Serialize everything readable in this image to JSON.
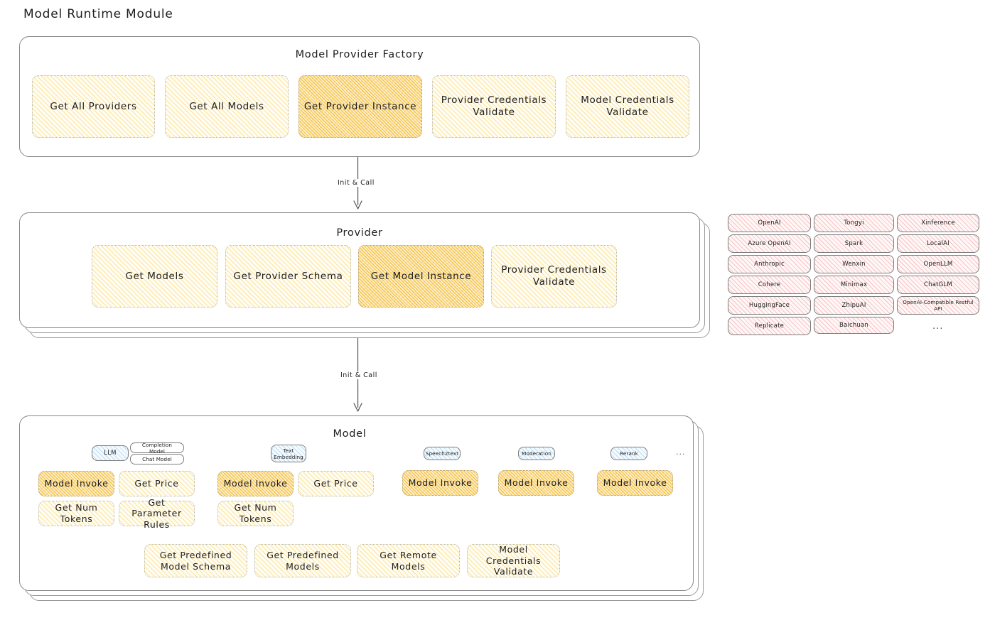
{
  "page": {
    "title": "Model Runtime Module"
  },
  "factory": {
    "title": "Model Provider Factory",
    "nodes": [
      {
        "label": "Get All Providers",
        "highlight": false
      },
      {
        "label": "Get All Models",
        "highlight": false
      },
      {
        "label": "Get Provider Instance",
        "highlight": true
      },
      {
        "label": "Provider Credentials Validate",
        "highlight": false
      },
      {
        "label": "Model Credentials Validate",
        "highlight": false
      }
    ]
  },
  "arrows": [
    {
      "label": "Init & Call"
    },
    {
      "label": "Init & Call"
    }
  ],
  "provider": {
    "title": "Provider",
    "nodes": [
      {
        "label": "Get Models",
        "highlight": false
      },
      {
        "label": "Get Provider Schema",
        "highlight": false
      },
      {
        "label": "Get Model Instance",
        "highlight": true
      },
      {
        "label": "Provider Credentials Validate",
        "highlight": false
      }
    ]
  },
  "provider_list": {
    "columns": [
      [
        "OpenAI",
        "Azure OpenAI",
        "Anthropic",
        "Cohere",
        "HuggingFace",
        "Replicate"
      ],
      [
        "Tongyi",
        "Spark",
        "Wenxin",
        "Minimax",
        "ZhipuAI",
        "Baichuan"
      ],
      [
        "Xinference",
        "LocalAI",
        "OpenLLM",
        "ChatGLM",
        "OpenAI-Compatible Restful API"
      ]
    ],
    "more": "..."
  },
  "model": {
    "title": "Model",
    "more": "...",
    "types": [
      {
        "name": "LLM",
        "sub_chips": [
          "Completion Model",
          "Chat Model"
        ],
        "nodes": [
          {
            "label": "Model Invoke",
            "highlight": true
          },
          {
            "label": "Get Price",
            "highlight": false
          },
          {
            "label": "Get Num Tokens",
            "highlight": false
          },
          {
            "label": "Get Parameter Rules",
            "highlight": false
          }
        ]
      },
      {
        "name": "Text Embedding",
        "sub_chips": [],
        "nodes": [
          {
            "label": "Model Invoke",
            "highlight": true
          },
          {
            "label": "Get Price",
            "highlight": false
          },
          {
            "label": "Get Num Tokens",
            "highlight": false
          }
        ]
      },
      {
        "name": "Speech2text",
        "sub_chips": [],
        "nodes": [
          {
            "label": "Model Invoke",
            "highlight": true
          }
        ]
      },
      {
        "name": "Moderation",
        "sub_chips": [],
        "nodes": [
          {
            "label": "Model Invoke",
            "highlight": true
          }
        ]
      },
      {
        "name": "Rerank",
        "sub_chips": [],
        "nodes": [
          {
            "label": "Model Invoke",
            "highlight": true
          }
        ]
      }
    ],
    "common_nodes": [
      {
        "label": "Get Predefined Model Schema"
      },
      {
        "label": "Get Predefined Models"
      },
      {
        "label": "Get Remote Models"
      },
      {
        "label": "Model Credentials Validate"
      }
    ]
  },
  "colors": {
    "highlight_amber": "#f3ba31",
    "fill_yellow": "#f7d058",
    "provider_pink": "#e87a7a",
    "model_type_blue": "#6eaadc",
    "stroke": "#868686",
    "text": "#1e1e1e"
  }
}
